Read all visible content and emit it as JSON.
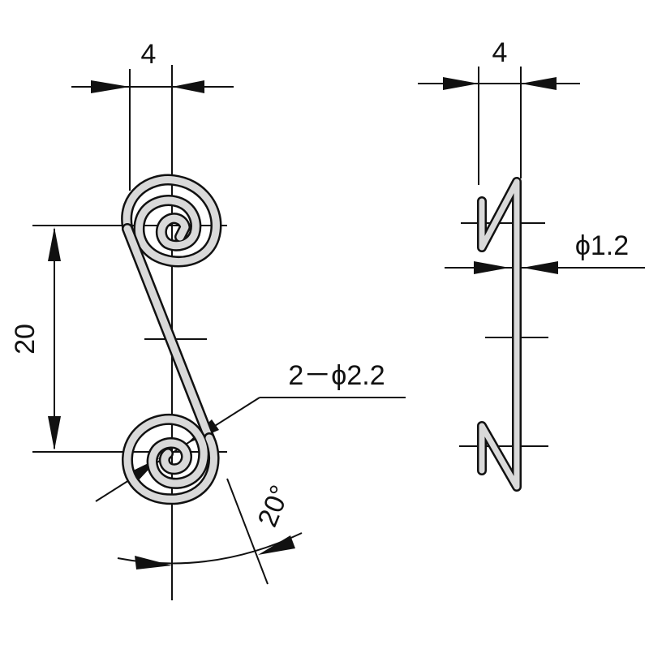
{
  "front_view": {
    "width_label": "4",
    "height_label": "20",
    "hole_label": "2－ϕ2.2",
    "angle_label": "20°"
  },
  "side_view": {
    "width_label": "4",
    "wire_label": "ϕ1.2"
  },
  "colors": {
    "ink": "#111111",
    "wire_fill": "#d9d9d9"
  }
}
